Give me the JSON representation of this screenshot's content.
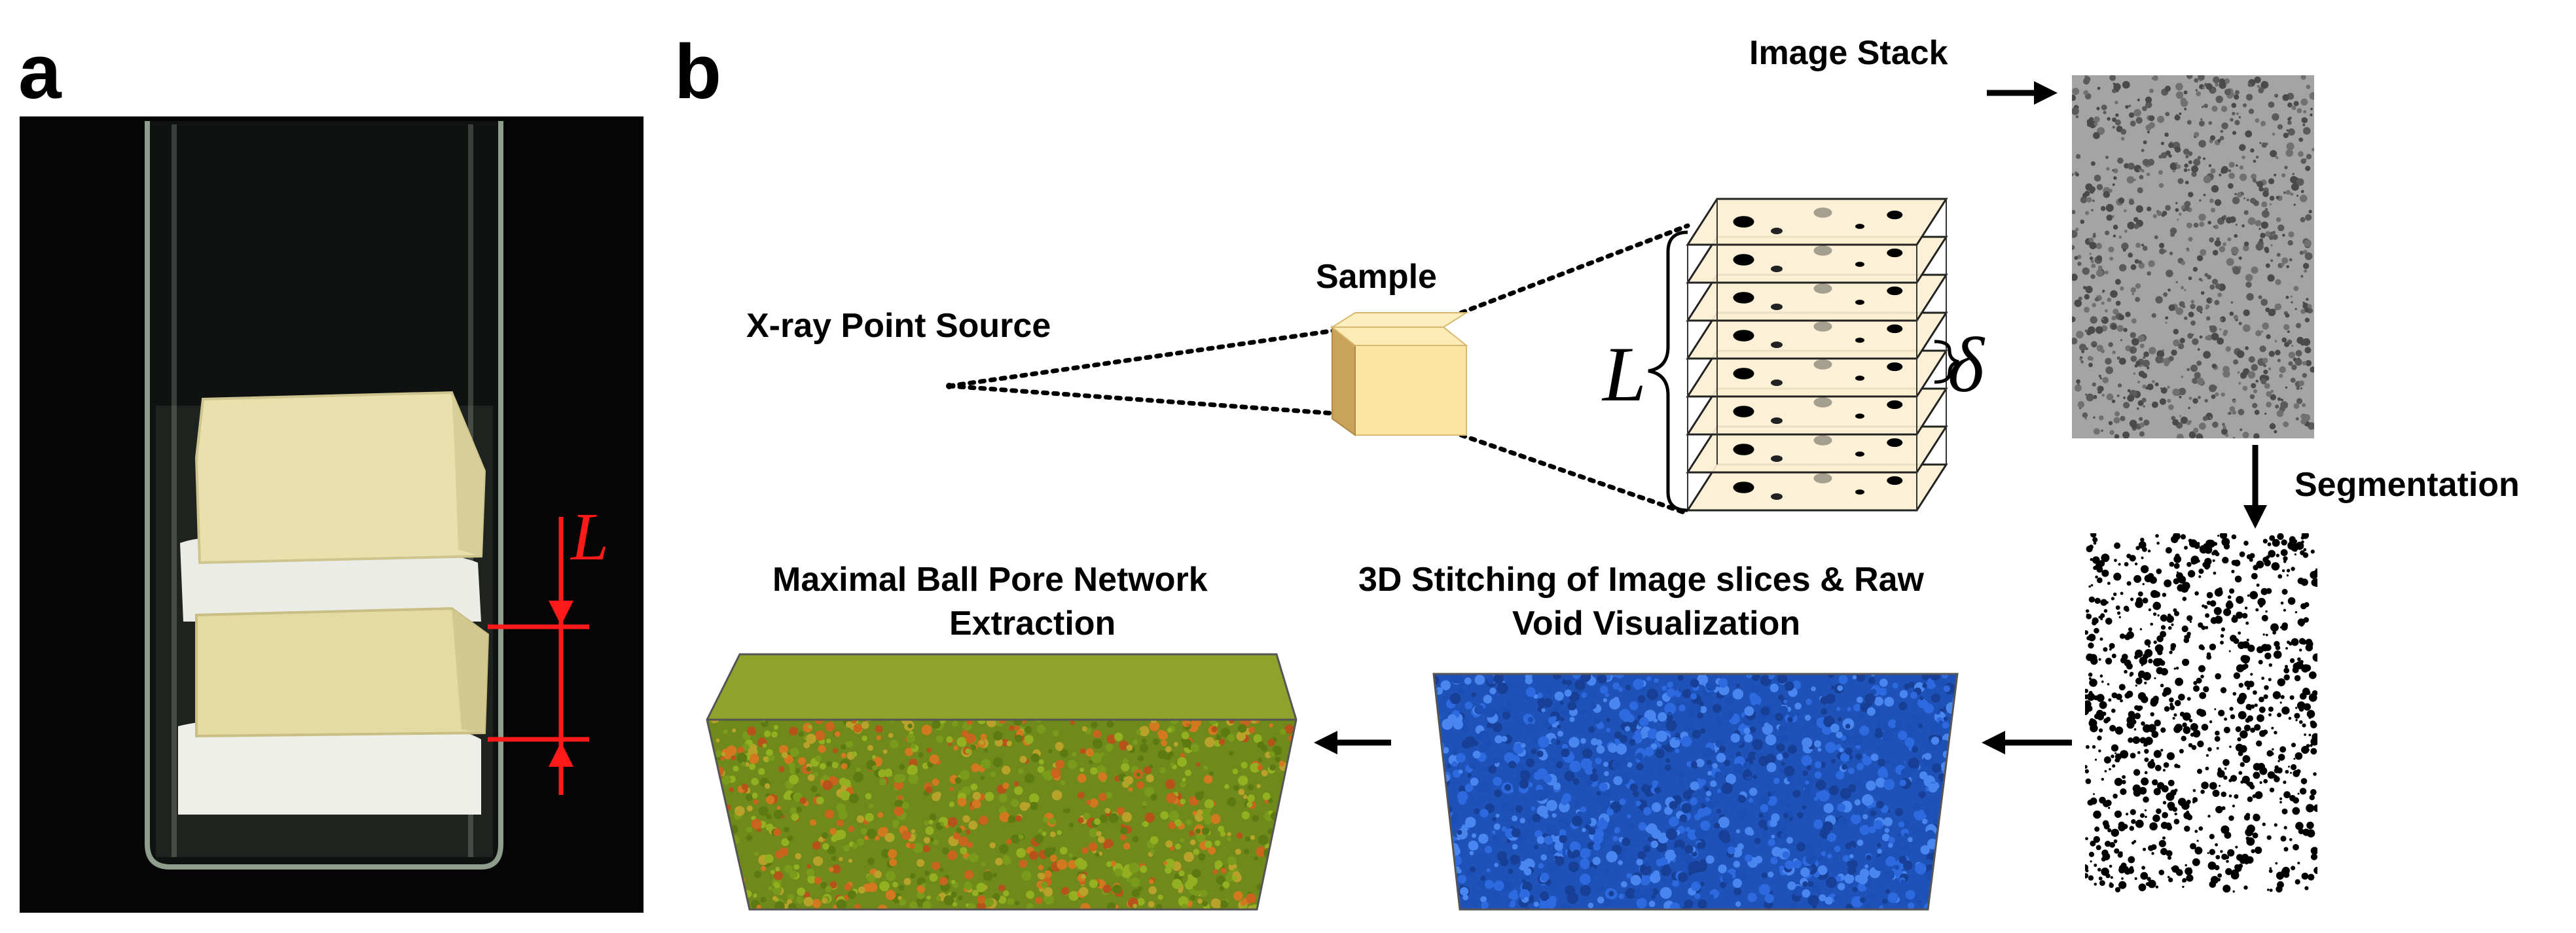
{
  "panels": {
    "a": "a",
    "b": "b"
  },
  "photo": {
    "length_symbol": "L"
  },
  "labels": {
    "xray_source": "X-ray Point Source",
    "sample": "Sample",
    "image_stack": "Image Stack",
    "segmentation": "Segmentation",
    "stitching_line1": "3D Stitching of Image slices & Raw",
    "stitching_line2": "Void Visualization",
    "maximal_line1": "Maximal Ball Pore Network",
    "maximal_line2": "Extraction"
  },
  "symbols": {
    "stack_length": "L",
    "slice_thickness": "δ"
  },
  "colors": {
    "photo_background": "#050505",
    "sample_fill": "#fbe3a0",
    "slice_fill": "#fcf0d2",
    "measurement_red": "#ff1a1a",
    "void_blue": "#2d6ae0",
    "pore_green": "#7a9a1c",
    "pore_orange": "#c8641c",
    "greyscale_scan": "#a4a4a4"
  }
}
